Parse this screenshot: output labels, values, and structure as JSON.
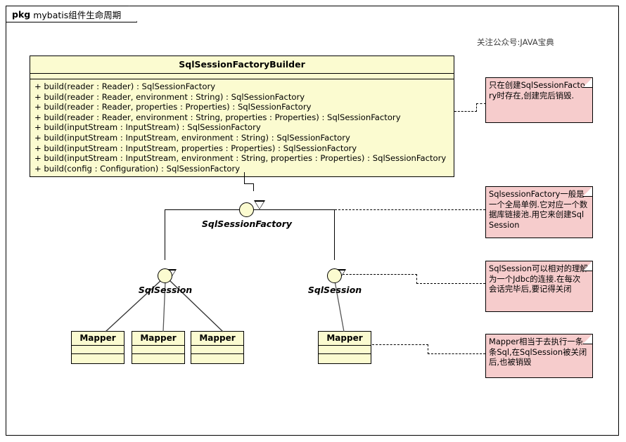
{
  "package": {
    "keyword": "pkg",
    "title": "mybatis组件生命周期"
  },
  "watermark": {
    "text": "关注公众号:JAVA宝典"
  },
  "colors": {
    "class_fill": "#FBFBD0",
    "note_fill": "#F6CCCC",
    "stroke": "#000000",
    "canvas": "#FFFFFF"
  },
  "main_class": {
    "name": "SqlSessionFactoryBuilder",
    "operations": [
      "+ build(reader : Reader) : SqlSessionFactory",
      "+ build(reader : Reader, environment : String) : SqlSessionFactory",
      "+ build(reader : Reader, properties : Properties) : SqlSessionFactory",
      "+ build(reader : Reader, environment : String, properties : Properties) : SqlSessionFactory",
      "+ build(inputStream : InputStream) : SqlSessionFactory",
      "+ build(inputStream : InputStream, environment : String) : SqlSessionFactory",
      "+ build(inputStream : InputStream, properties : Properties) : SqlSessionFactory",
      "+ build(inputStream : InputStream, environment : String, properties : Properties) : SqlSessionFactory",
      "+ build(config : Configuration) : SqlSessionFactory"
    ]
  },
  "interfaces": {
    "sql_session_factory": "SqlSessionFactory",
    "sql_session_left": "SqlSession",
    "sql_session_right": "SqlSession"
  },
  "mappers": {
    "left_1": "Mapper",
    "left_2": "Mapper",
    "left_3": "Mapper",
    "right_1": "Mapper"
  },
  "notes": {
    "builder": "只在创建SqlSessionFactory时存在,创建完后销毁.",
    "factory": "SqlsessionFactory一般是一个全局单例.它对应一个数据库链接池.用它来创建SqlSession",
    "session": "SqlSession可以相对的理解为一个Jdbc的连接.在每次会话完毕后,要记得关闭",
    "mapper": "Mapper相当于去执行一条条Sql,在SqlSession被关闭后,也被销毁"
  }
}
